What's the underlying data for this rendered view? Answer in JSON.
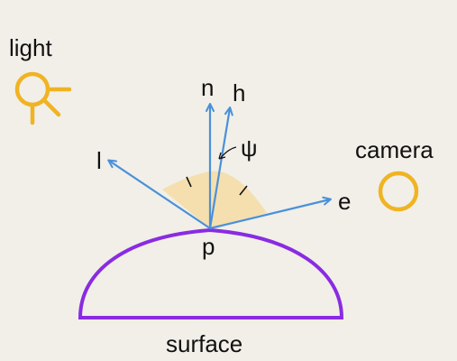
{
  "labels": {
    "light": "light",
    "camera": "camera",
    "normal": "n",
    "halfway": "h",
    "psi": "ψ",
    "light_dir": "l",
    "eye_dir": "e",
    "point": "p",
    "surface": "surface"
  },
  "colors": {
    "background": "#f1efe8",
    "vector": "#4a90d9",
    "icon": "#f0b323",
    "surface": "#8a2be2",
    "wedge": "#f5dfae",
    "text": "#111111"
  }
}
